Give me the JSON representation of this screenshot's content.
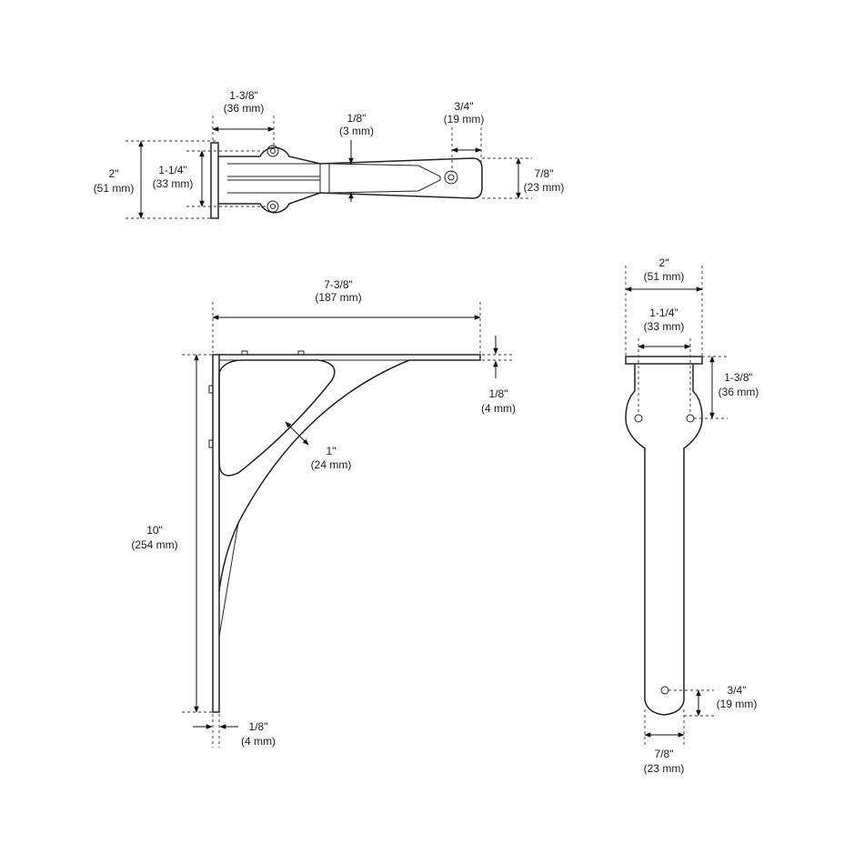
{
  "top_view": {
    "dim_plate_offset": {
      "in": "1-3/8\"",
      "mm": "(36 mm)"
    },
    "dim_slot_height": {
      "in": "1/8\"",
      "mm": "(3 mm)"
    },
    "dim_end_hole": {
      "in": "3/4\"",
      "mm": "(19 mm)"
    },
    "dim_plate_width": {
      "in": "2\"",
      "mm": "(51 mm)"
    },
    "dim_hole_spacing": {
      "in": "1-1/4\"",
      "mm": "(33 mm)"
    },
    "dim_arm_width": {
      "in": "7/8\"",
      "mm": "(23 mm)"
    }
  },
  "side_view": {
    "dim_depth": {
      "in": "7-3/8\"",
      "mm": "(187 mm)"
    },
    "dim_top_thickness": {
      "in": "1/8\"",
      "mm": "(4 mm)"
    },
    "dim_brace_width": {
      "in": "1\"",
      "mm": "(24 mm)"
    },
    "dim_height": {
      "in": "10\"",
      "mm": "(254 mm)"
    },
    "dim_plate_thickness": {
      "in": "1/8\"",
      "mm": "(4 mm)"
    }
  },
  "front_view": {
    "dim_plate_width": {
      "in": "2\"",
      "mm": "(51 mm)"
    },
    "dim_hole_spacing": {
      "in": "1-1/4\"",
      "mm": "(33 mm)"
    },
    "dim_hole_drop": {
      "in": "1-3/8\"",
      "mm": "(36 mm)"
    },
    "dim_bottom_hole": {
      "in": "3/4\"",
      "mm": "(19 mm)"
    },
    "dim_leg_width": {
      "in": "7/8\"",
      "mm": "(23 mm)"
    }
  }
}
